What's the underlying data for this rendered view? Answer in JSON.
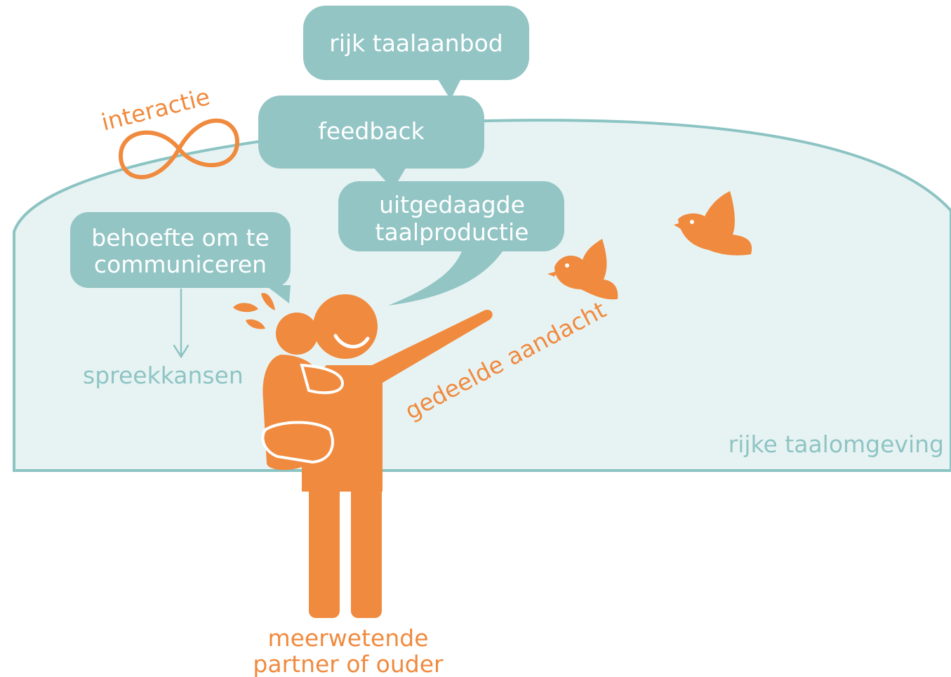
{
  "colors": {
    "teal_bubble": "#93c5c5",
    "teal_line": "#8cc3c3",
    "environment_fill": "#e7f3f3",
    "orange": "#f08a3e",
    "white": "#ffffff"
  },
  "bubbles": {
    "top": "rijk taalaanbod",
    "middle": "feedback",
    "bottom_line1": "uitgedaagde",
    "bottom_line2": "taalproductie",
    "child_line1": "behoefte om te",
    "child_line2": "communiceren"
  },
  "labels": {
    "interaction": "interactie",
    "speaking_chances": "spreekkansen",
    "shared_attention": "gedeelde aandacht",
    "environment": "rijke taalomgeving",
    "partner_line1": "meerwetende",
    "partner_line2": "partner of ouder"
  },
  "icons": [
    "infinity-icon",
    "person-icon",
    "child-icon",
    "bird-icon"
  ]
}
